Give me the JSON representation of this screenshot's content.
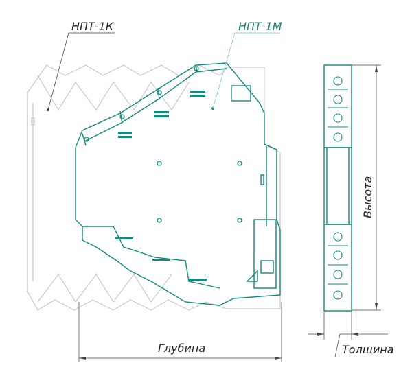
{
  "labels": {
    "old_model": "НПТ-1К",
    "new_model": "НПТ-1М",
    "depth": "Глубина",
    "height": "Высота",
    "thickness": "Толщина"
  },
  "colors": {
    "accent": "#12897a",
    "accent_light": "#8fd3c8",
    "gray": "#c8c8c8",
    "text": "#222222"
  }
}
